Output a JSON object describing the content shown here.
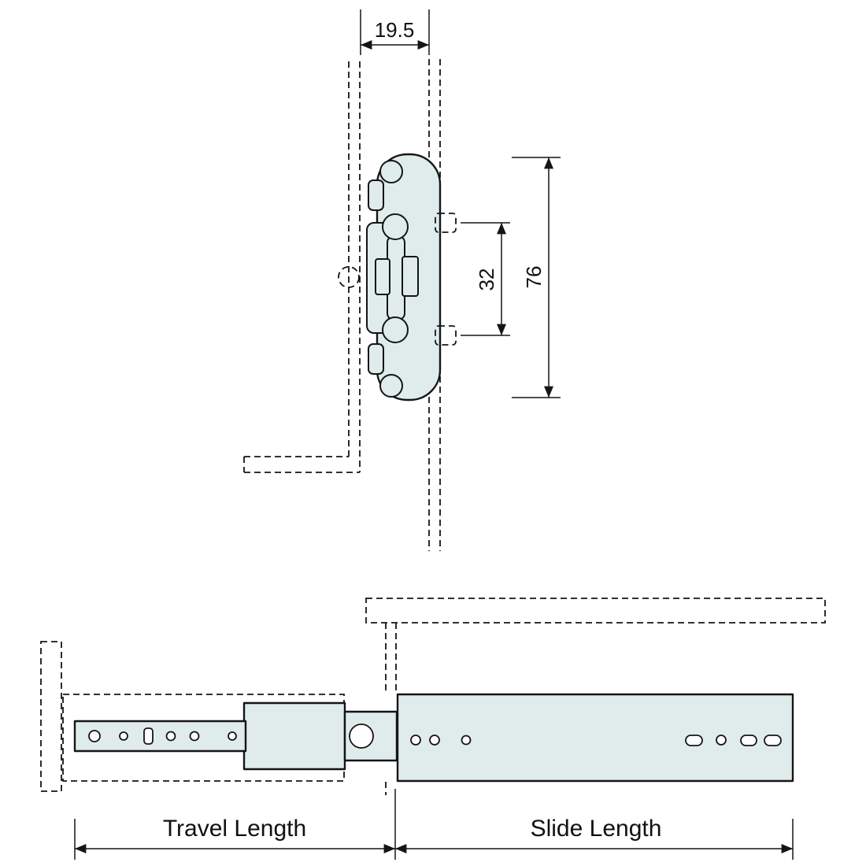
{
  "diagram": {
    "type": "technical-drawing",
    "subject": "Ball bearing drawer slide - cross-section and extended side view",
    "colors": {
      "part_fill": "#dfeceb",
      "line": "#151515",
      "background": "#ffffff"
    },
    "cross_section": {
      "width_dim": "19.5",
      "hole_pitch_dim": "32",
      "height_dim": "76"
    },
    "side_view": {
      "travel_label": "Travel Length",
      "slide_label": "Slide Length"
    }
  }
}
